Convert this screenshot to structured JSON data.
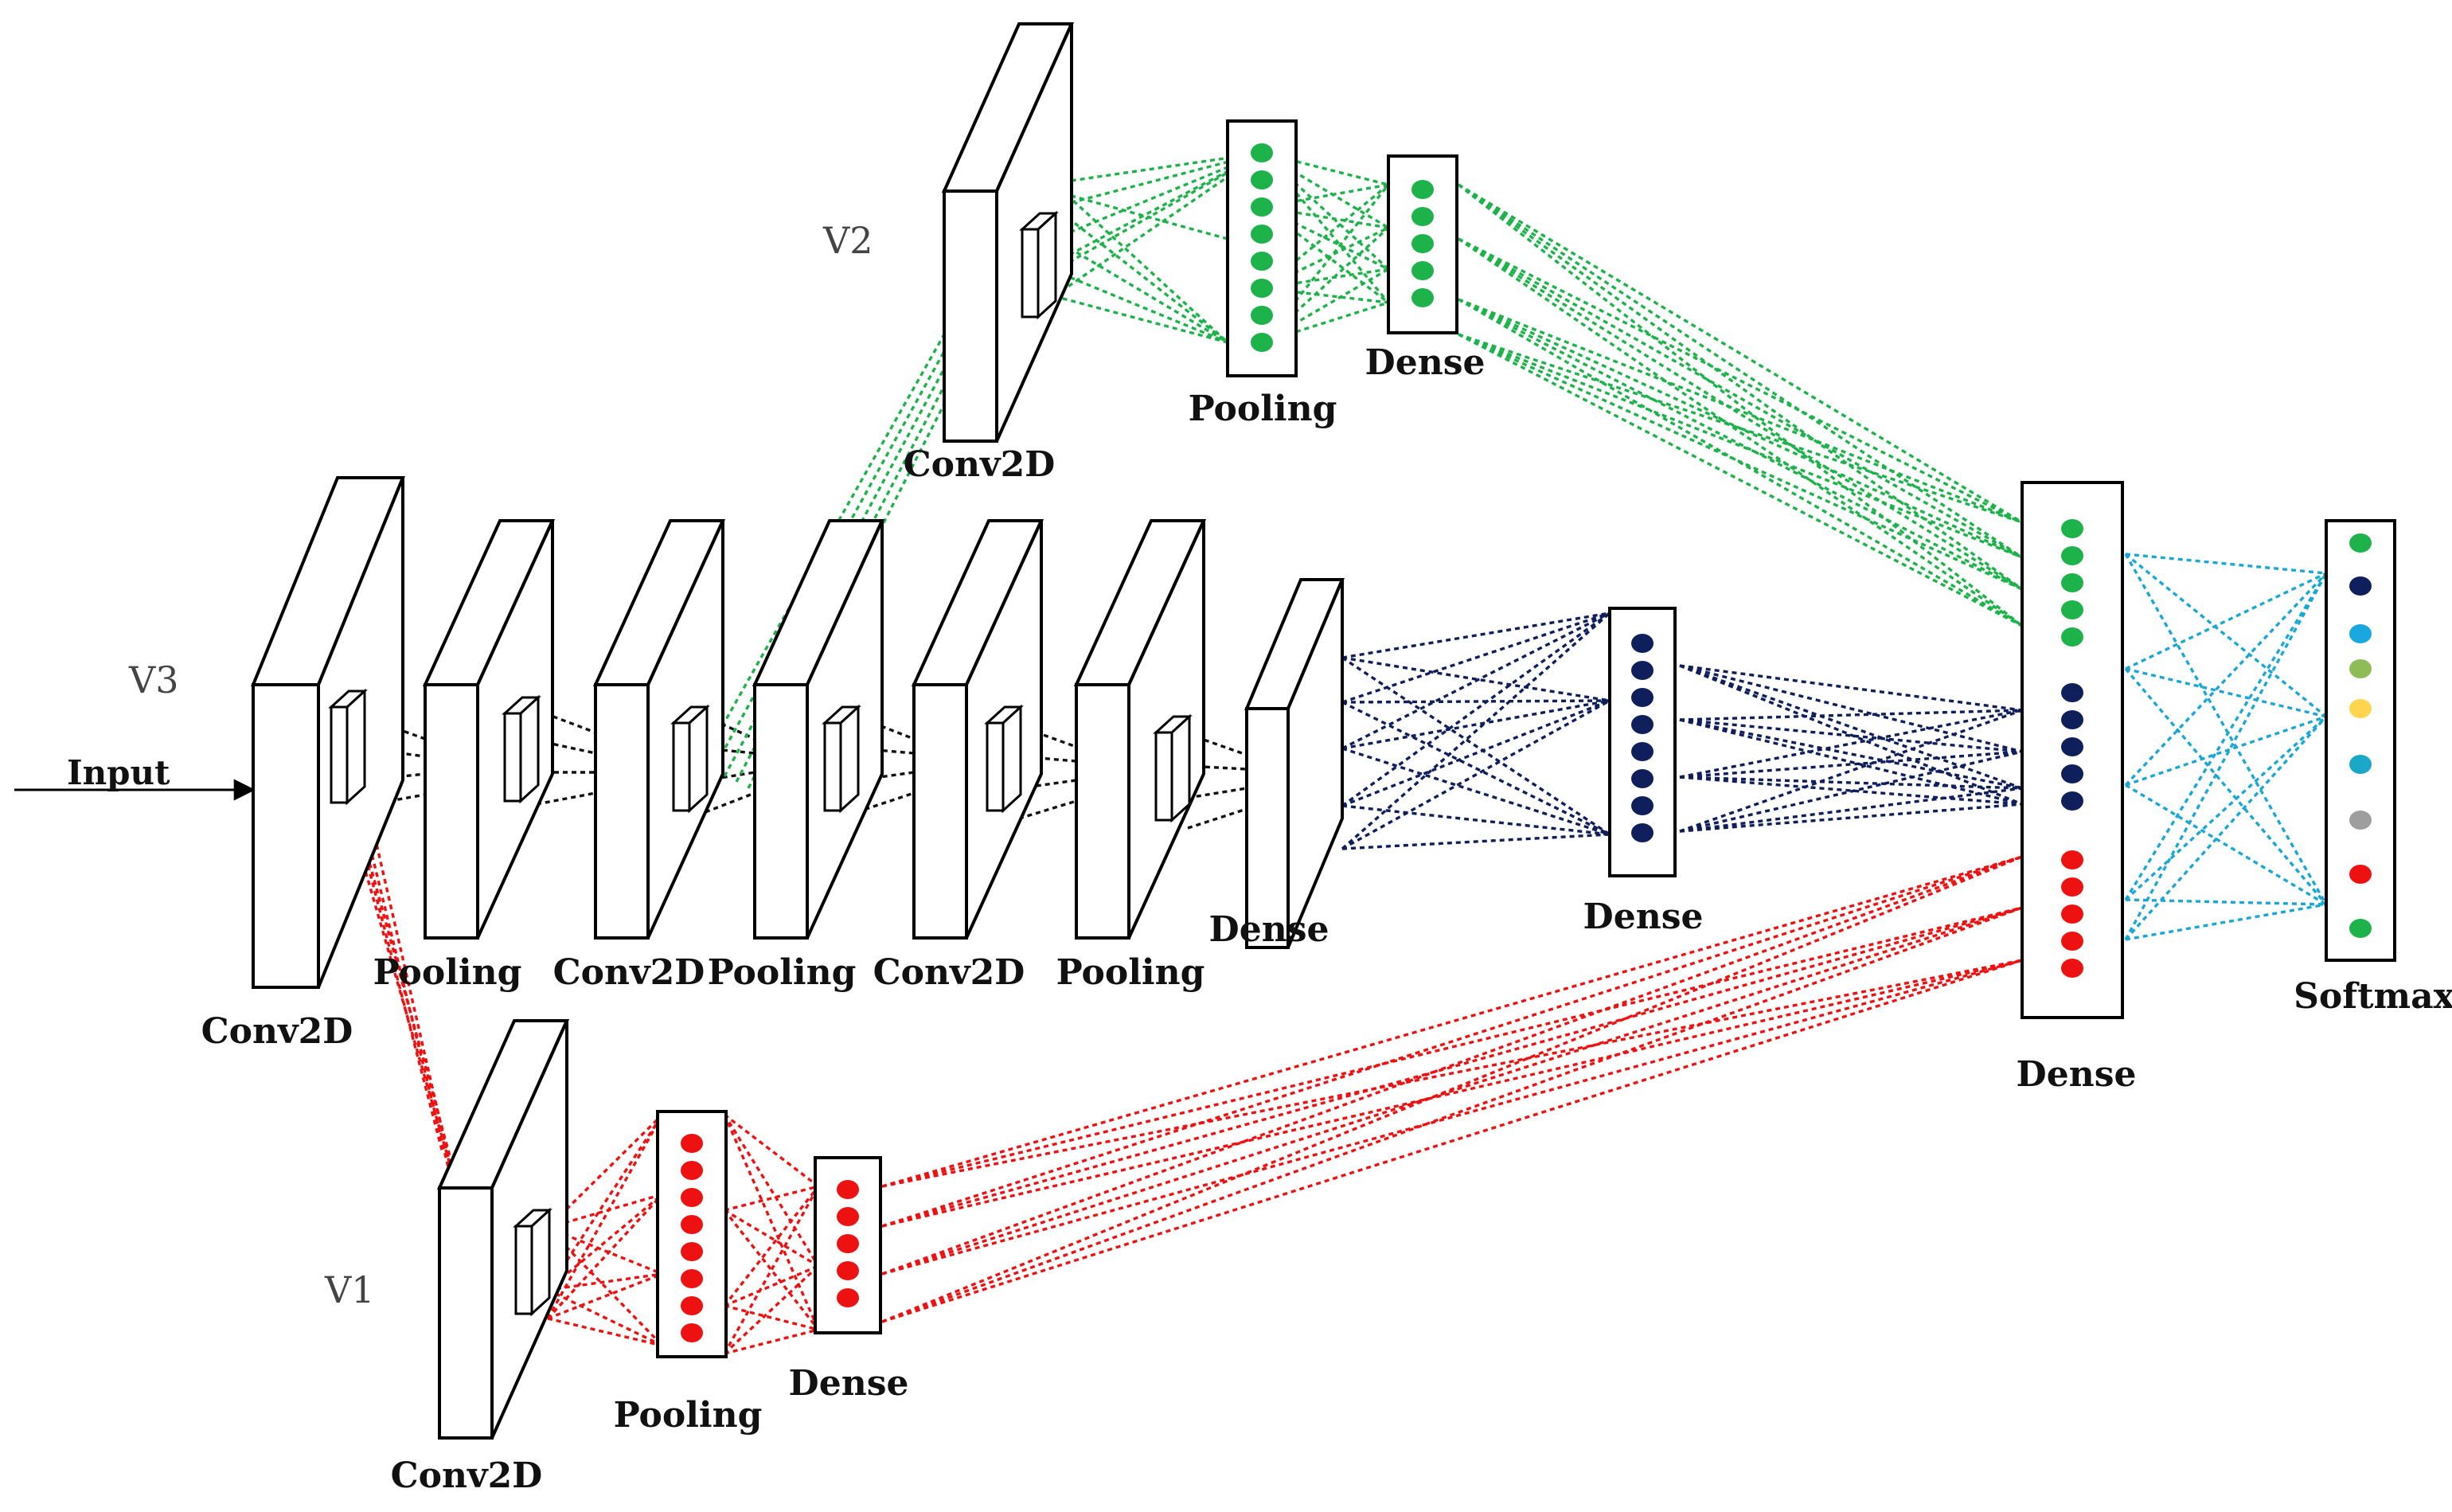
{
  "branches": {
    "v1": "V1",
    "v2": "V2",
    "v3": "V3"
  },
  "input_label": "Input",
  "layers": {
    "v3_conv2d_1": "Conv2D",
    "v3_pooling_1": "Pooling",
    "v3_conv2d_2": "Conv2D",
    "v3_pooling_2": "Pooling",
    "v3_conv2d_3": "Conv2D",
    "v3_pooling_3": "Pooling",
    "v3_dense_1": "Dense",
    "v3_dense_2": "Dense",
    "v2_conv2d": "Conv2D",
    "v2_pooling": "Pooling",
    "v2_dense": "Dense",
    "v1_conv2d": "Conv2D",
    "v1_pooling": "Pooling",
    "v1_dense": "Dense",
    "merge_dense": "Dense",
    "softmax": "Softmax"
  },
  "colors": {
    "v1": "#ee1111",
    "v2": "#1db34a",
    "v3": "#0f1f5c",
    "output_links": "#1aa7d6",
    "frame": "#000000",
    "softmax_nodes": [
      "#1db34a",
      "#0f1f5c",
      "#1aa7e0",
      "#8fbc56",
      "#ffd54f",
      "#1aa7c8",
      "#9e9e9e",
      "#ee1111",
      "#1db34a"
    ]
  }
}
